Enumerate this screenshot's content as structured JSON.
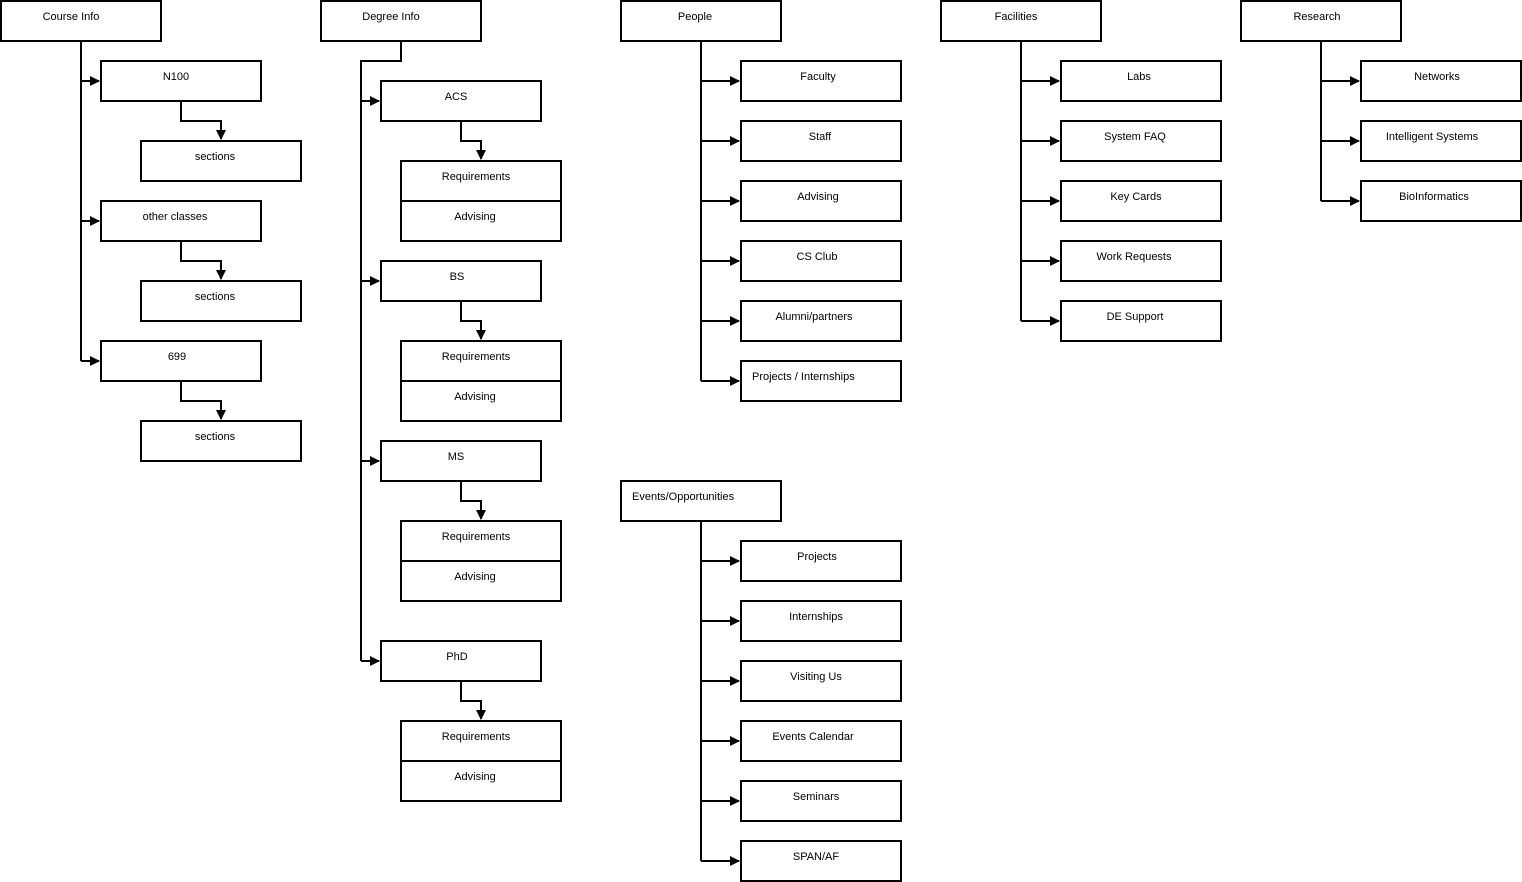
{
  "course_info": {
    "title": "Course Info",
    "n100": "N100",
    "n100_sections": "sections",
    "other_classes": "other classes",
    "other_sections": "sections",
    "c699": "699",
    "c699_sections": "sections"
  },
  "degree_info": {
    "title": "Degree Info",
    "acs": {
      "label": "ACS",
      "requirements": "Requirements",
      "advising": "Advising"
    },
    "bs": {
      "label": "BS",
      "requirements": "Requirements",
      "advising": "Advising"
    },
    "ms": {
      "label": "MS",
      "requirements": "Requirements",
      "advising": "Advising"
    },
    "phd": {
      "label": "PhD",
      "requirements": "Requirements",
      "advising": "Advising"
    }
  },
  "people": {
    "title": "People",
    "items": [
      "Faculty",
      "Staff",
      "Advising",
      "CS Club",
      "Alumni/partners",
      "Projects / Internships"
    ]
  },
  "facilities": {
    "title": "Facilities",
    "items": [
      "Labs",
      "System FAQ",
      "Key Cards",
      "Work Requests",
      "DE Support"
    ]
  },
  "research": {
    "title": "Research",
    "items": [
      "Networks",
      "Intelligent Systems",
      "BioInformatics"
    ]
  },
  "events": {
    "title": "Events/Opportunities",
    "items": [
      "Projects",
      "Internships",
      "Visiting Us",
      "Events Calendar",
      "Seminars",
      "SPAN/AF"
    ]
  },
  "colors": {
    "line": "#000000",
    "box_fill": "#ffffff"
  }
}
